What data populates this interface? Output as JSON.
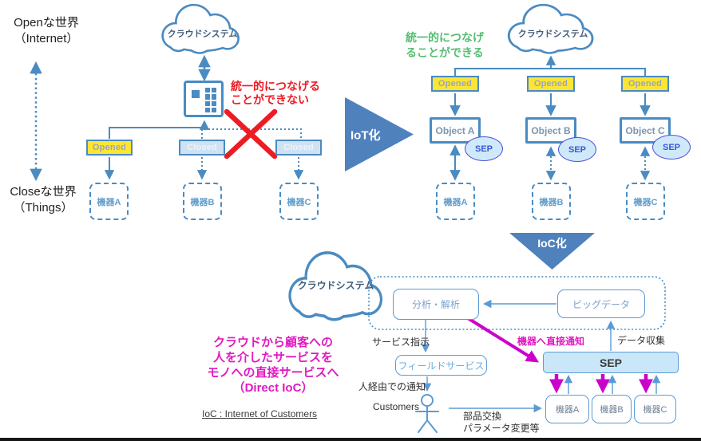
{
  "colors": {
    "primary_blue": "#4a8bc2",
    "thin_blue": "#5b9bd5",
    "triangle_blue": "#4f81bd",
    "yellow": "#ffe533",
    "closed_fill": "#cfe2f3",
    "sep_fill": "#cfe9fb",
    "magenta": "#cc00cc",
    "green": "#55bd72",
    "red": "#ed1c24"
  },
  "left": {
    "open_world": [
      "Openな世界",
      "（Internet）"
    ],
    "close_world": [
      "Closeな世界",
      "（Things）"
    ],
    "cloud": "クラウドシステム",
    "note": [
      "統一的につなげる",
      "ことができない"
    ],
    "ports": [
      "Opened",
      "Closed",
      "Closed"
    ],
    "devices": [
      "機器A",
      "機器B",
      "機器C"
    ]
  },
  "iot": {
    "label": "IoT化"
  },
  "right": {
    "note": [
      "統一的につなげ",
      "ることができる"
    ],
    "cloud": "クラウドシステム",
    "ports": [
      "Opened",
      "Opened",
      "Opened"
    ],
    "objects": [
      "Object A",
      "Object B",
      "Object C"
    ],
    "seps": [
      "SEP",
      "SEP",
      "SEP"
    ],
    "devices": [
      "機器A",
      "機器B",
      "機器C"
    ]
  },
  "ioc": {
    "label": "IoC化"
  },
  "bottom": {
    "cloud": "クラウドシステム",
    "analysis": "分析・解析",
    "bigdata": "ビッグデータ",
    "service_instruction": "サービス指示",
    "field_service": "フィールドサービス",
    "via_person": "人経由での通知",
    "customers": "Customers",
    "parts": [
      "部品交換",
      "パラメータ変更等"
    ],
    "direct_notify": "機器へ直接通知",
    "data_collection": "データ収集",
    "sep": "SEP",
    "devices": [
      "機器A",
      "機器B",
      "機器C"
    ],
    "slogan": [
      "クラウドから顧客への",
      "人を介したサービスを",
      "モノへの直接サービスへ",
      "（Direct IoC）"
    ],
    "footnote": "IoC : Internet of Customers"
  }
}
